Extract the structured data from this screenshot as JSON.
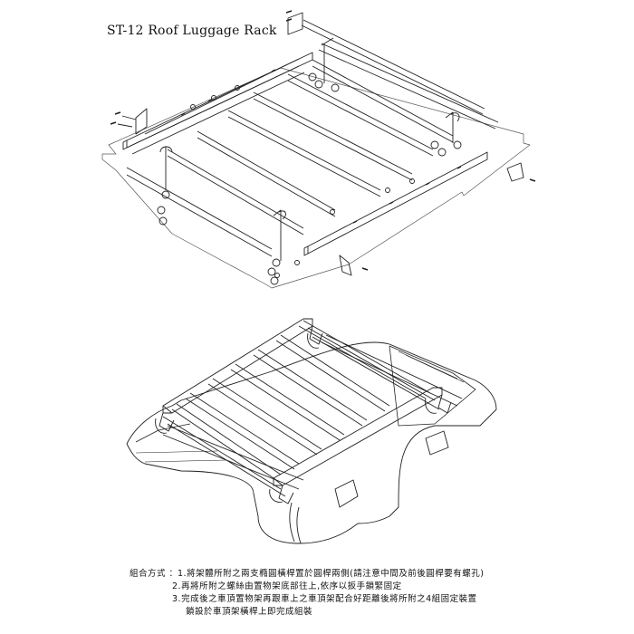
{
  "title": "ST-12 Roof Luggage Rack",
  "instructions": {
    "label": "組合方式 ：",
    "steps": [
      "1.將架體所附之兩支橢圓橫桿置於圓桿兩側(請注意中間及前後圓桿要有螺孔)",
      "2.再將所附之螺絲由置物架底部往上,依序以扳手鎖緊固定",
      "3.完成後之車頂置物架再跟車上之車頂架配合好距離後將所附之4組固定裝置",
      "鎖設於車頂架橫桿上即完成組裝"
    ]
  },
  "colors": {
    "line": "#222222",
    "background": "#ffffff"
  }
}
